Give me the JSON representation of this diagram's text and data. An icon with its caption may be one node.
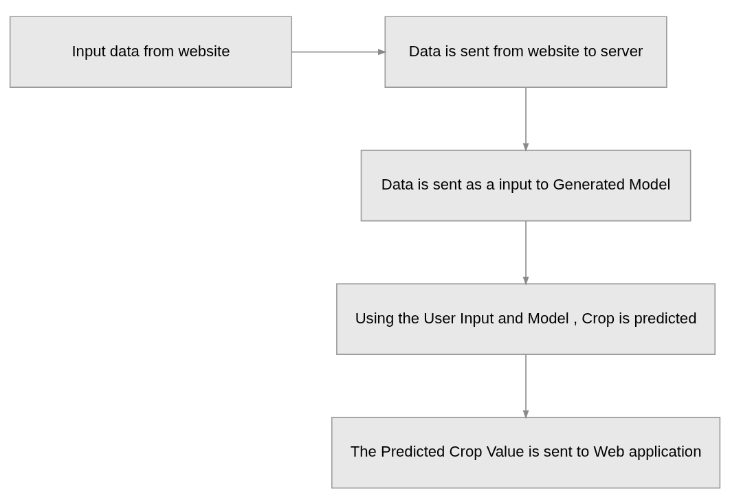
{
  "diagram": {
    "nodes": [
      {
        "text": [
          "Input data from website"
        ]
      },
      {
        "text": [
          "Data is sent from website to server"
        ]
      },
      {
        "text": [
          "Data is sent as a input to Generated Model"
        ]
      },
      {
        "text": [
          "Using the User Input and Model , Crop is predicted"
        ]
      },
      {
        "text": [
          "The Predicted Crop Value is sent to Web application"
        ]
      }
    ],
    "edges": [
      {
        "from": 0,
        "to": 1,
        "arrow": "to"
      },
      {
        "from": 1,
        "to": 2,
        "arrow": "to"
      },
      {
        "from": 2,
        "to": 3,
        "arrow": "to"
      },
      {
        "from": 3,
        "to": 4,
        "arrow": "to"
      }
    ]
  }
}
